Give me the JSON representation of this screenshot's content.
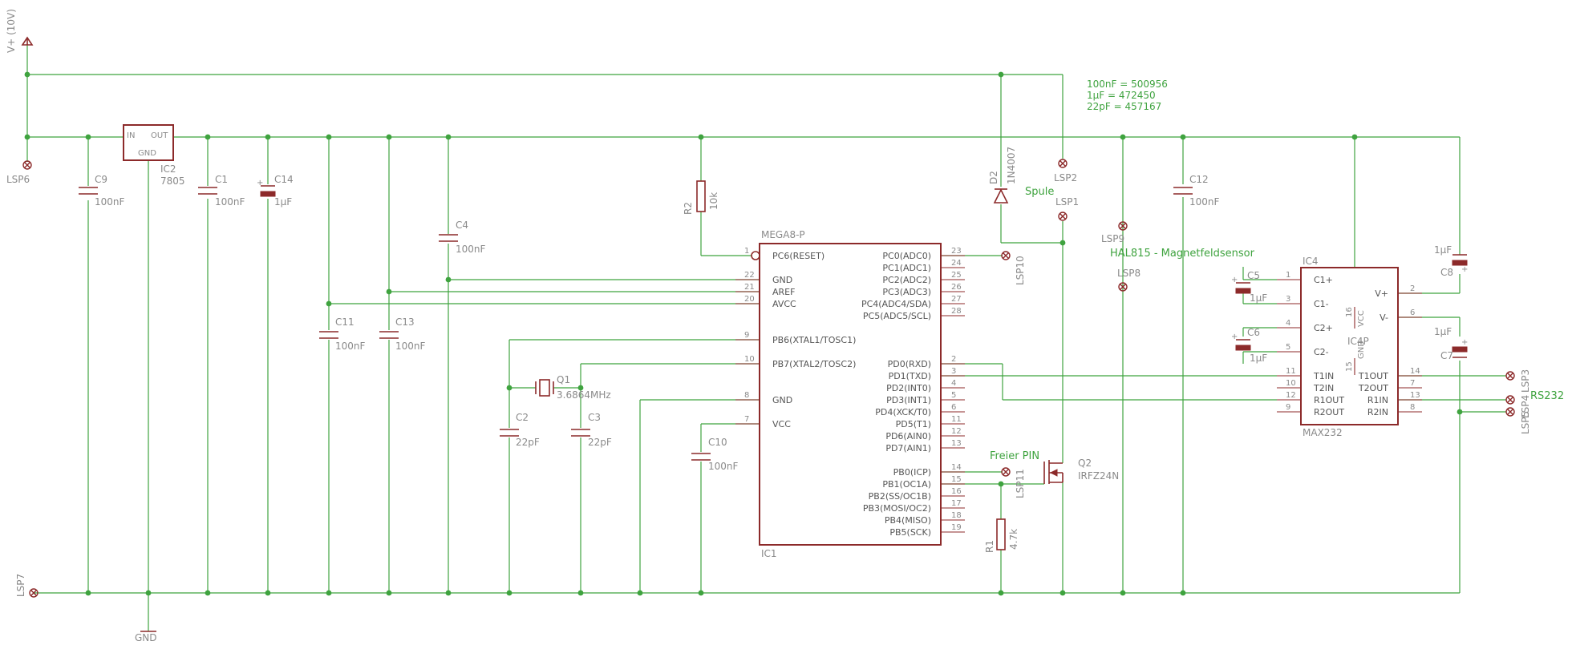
{
  "supply": {
    "label": "V+ (10V)",
    "gnd": "GND"
  },
  "notes": {
    "line1": "100nF =  500956",
    "line2": "1µF = 472450",
    "line3": "22pF = 457167"
  },
  "texts": {
    "spule": "Spule",
    "hal": "HAL815 - Magnetfeldsensor",
    "freier": "Freier PIN",
    "rs232": "RS232"
  },
  "connectors": {
    "lsp1": "LSP1",
    "lsp2": "LSP2",
    "lsp3": "LSP3",
    "lsp4": "LSP4",
    "lsp5": "LSP5",
    "lsp6": "LSP6",
    "lsp7": "LSP7",
    "lsp8": "LSP8",
    "lsp9": "LSP9",
    "lsp10": "LSP10",
    "lsp11": "LSP11"
  },
  "parts": {
    "ic1": {
      "name": "MEGA8-P",
      "ref": "IC1"
    },
    "ic2": {
      "ref": "IC2",
      "value": "7805",
      "in": "IN",
      "out": "OUT",
      "gnd": "GND"
    },
    "ic4": {
      "ref": "IC4",
      "value": "MAX232",
      "power": "IC4P",
      "vcc": "VCC",
      "gnd": "GND",
      "pin16": "16",
      "pin15": "15"
    },
    "q1": {
      "ref": "Q1",
      "value": "3.6864MHz"
    },
    "q2": {
      "ref": "Q2",
      "value": "IRFZ24N"
    },
    "d2": {
      "ref": "D2",
      "value": "1N4007"
    },
    "r1": {
      "ref": "R1",
      "value": "4.7k"
    },
    "r2": {
      "ref": "R2",
      "value": "10k"
    },
    "c1": {
      "ref": "C1",
      "value": "100nF"
    },
    "c2": {
      "ref": "C2",
      "value": "22pF"
    },
    "c3": {
      "ref": "C3",
      "value": "22pF"
    },
    "c4": {
      "ref": "C4",
      "value": "100nF"
    },
    "c5": {
      "ref": "C5",
      "value": "1µF"
    },
    "c6": {
      "ref": "C6",
      "value": "1µF"
    },
    "c7": {
      "ref": "C7",
      "value": "1µF"
    },
    "c8": {
      "ref": "C8",
      "value": "1µF"
    },
    "c9": {
      "ref": "C9",
      "value": "100nF"
    },
    "c10": {
      "ref": "C10",
      "value": "100nF"
    },
    "c11": {
      "ref": "C11",
      "value": "100nF"
    },
    "c12": {
      "ref": "C12",
      "value": "100nF"
    },
    "c13": {
      "ref": "C13",
      "value": "100nF"
    },
    "c14": {
      "ref": "C14",
      "value": "1µF"
    }
  },
  "ic1_left_pins": [
    {
      "num": "1",
      "name": "PC6(RESET)"
    },
    {
      "num": "22",
      "name": "GND"
    },
    {
      "num": "21",
      "name": "AREF"
    },
    {
      "num": "20",
      "name": "AVCC"
    },
    {
      "num": "9",
      "name": "PB6(XTAL1/TOSC1)"
    },
    {
      "num": "10",
      "name": "PB7(XTAL2/TOSC2)"
    },
    {
      "num": "8",
      "name": "GND"
    },
    {
      "num": "7",
      "name": "VCC"
    }
  ],
  "ic1_right_pins": [
    {
      "num": "23",
      "name": "PC0(ADC0)"
    },
    {
      "num": "24",
      "name": "PC1(ADC1)"
    },
    {
      "num": "25",
      "name": "PC2(ADC2)"
    },
    {
      "num": "26",
      "name": "PC3(ADC3)"
    },
    {
      "num": "27",
      "name": "PC4(ADC4/SDA)"
    },
    {
      "num": "28",
      "name": "PC5(ADC5/SCL)"
    },
    {
      "num": "2",
      "name": "PD0(RXD)"
    },
    {
      "num": "3",
      "name": "PD1(TXD)"
    },
    {
      "num": "4",
      "name": "PD2(INT0)"
    },
    {
      "num": "5",
      "name": "PD3(INT1)"
    },
    {
      "num": "6",
      "name": "PD4(XCK/T0)"
    },
    {
      "num": "11",
      "name": "PD5(T1)"
    },
    {
      "num": "12",
      "name": "PD6(AIN0)"
    },
    {
      "num": "13",
      "name": "PD7(AIN1)"
    },
    {
      "num": "14",
      "name": "PB0(ICP)"
    },
    {
      "num": "15",
      "name": "PB1(OC1A)"
    },
    {
      "num": "16",
      "name": "PB2(SS/OC1B)"
    },
    {
      "num": "17",
      "name": "PB3(MOSI/OC2)"
    },
    {
      "num": "18",
      "name": "PB4(MISO)"
    },
    {
      "num": "19",
      "name": "PB5(SCK)"
    }
  ],
  "ic4_left_pins": [
    {
      "num": "1",
      "name": "C1+"
    },
    {
      "num": "3",
      "name": "C1-"
    },
    {
      "num": "4",
      "name": "C2+"
    },
    {
      "num": "5",
      "name": "C2-"
    },
    {
      "num": "11",
      "name": "T1IN"
    },
    {
      "num": "10",
      "name": "T2IN"
    },
    {
      "num": "12",
      "name": "R1OUT"
    },
    {
      "num": "9",
      "name": "R2OUT"
    }
  ],
  "ic4_right_pins": [
    {
      "num": "2",
      "name": "V+"
    },
    {
      "num": "6",
      "name": "V-"
    },
    {
      "num": "14",
      "name": "T1OUT"
    },
    {
      "num": "7",
      "name": "T2OUT"
    },
    {
      "num": "13",
      "name": "R1IN"
    },
    {
      "num": "8",
      "name": "R2IN"
    }
  ]
}
